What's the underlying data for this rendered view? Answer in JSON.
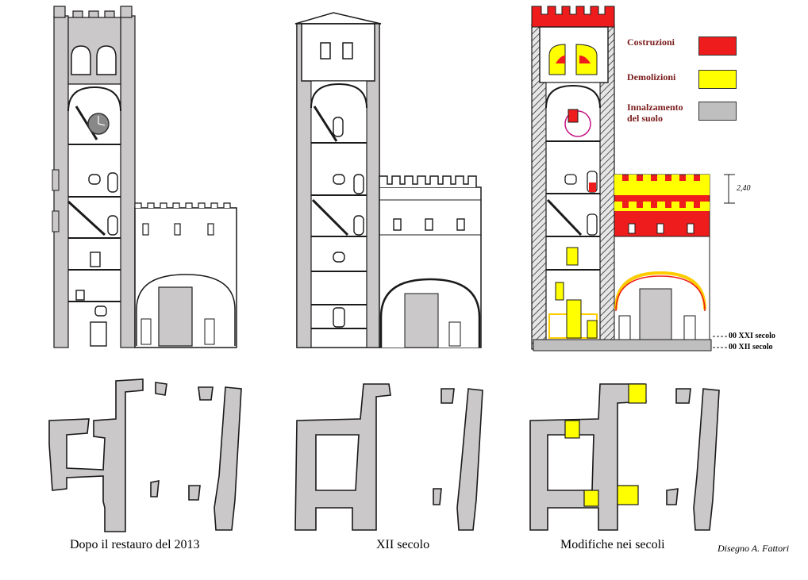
{
  "captions": {
    "restauro": "Dopo il restauro del 2013",
    "secolo_xii": "XII secolo",
    "modifiche": "Modifiche nei secoli"
  },
  "credit": "Disegno A. Fattori",
  "legend": [
    {
      "label": "Costruzioni",
      "color": "#ee1c1c"
    },
    {
      "label": "Demolizioni",
      "color": "#ffff00"
    },
    {
      "label": "Innalzamento del suolo",
      "color": "#c0bfbf"
    }
  ],
  "annotations": {
    "dimension": "2,40",
    "level_xxi": "00 XXI secolo",
    "level_xii": "00 XII secolo"
  },
  "colors": {
    "wall_fill": "#cac8c8",
    "outline": "#1a1a1a",
    "construction": "#ee1c1c",
    "demolition": "#ffff00",
    "ground_raise": "#c0bfbf",
    "arch_highlight": "#c71585"
  }
}
